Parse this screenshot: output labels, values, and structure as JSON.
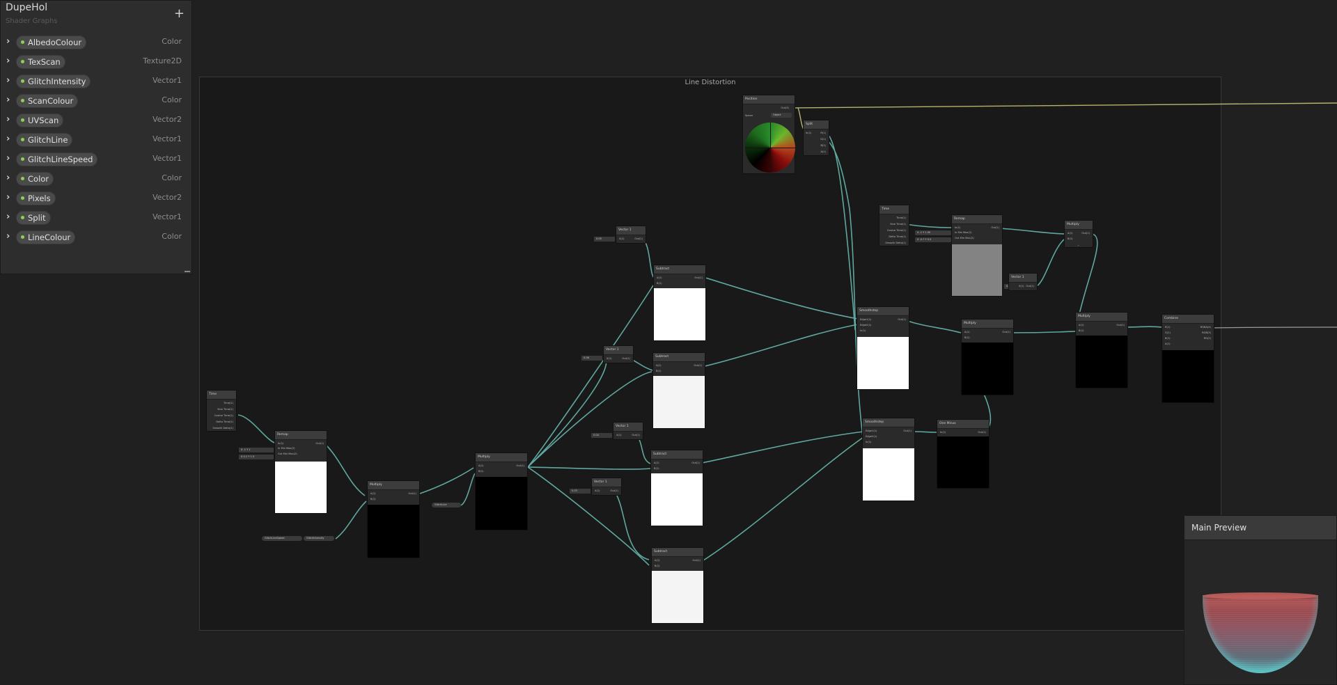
{
  "blackboard": {
    "title": "DupeHol",
    "subtitle": "Shader Graphs",
    "add_label": "+",
    "properties": [
      {
        "name": "AlbedoColour",
        "type": "Color"
      },
      {
        "name": "TexScan",
        "type": "Texture2D"
      },
      {
        "name": "GlitchIntensity",
        "type": "Vector1"
      },
      {
        "name": "ScanColour",
        "type": "Color"
      },
      {
        "name": "UVScan",
        "type": "Vector2"
      },
      {
        "name": "GlitchLine",
        "type": "Vector1"
      },
      {
        "name": "GlitchLineSpeed",
        "type": "Vector1"
      },
      {
        "name": "Color",
        "type": "Color"
      },
      {
        "name": "Pixels",
        "type": "Vector2"
      },
      {
        "name": "Split",
        "type": "Vector1"
      },
      {
        "name": "LineColour",
        "type": "Color"
      }
    ]
  },
  "group": {
    "title": "Line Distortion"
  },
  "nodes": {
    "time_left": {
      "title": "Time",
      "ports": [
        "Time(1)",
        "Sine Time(1)",
        "Cosine Time(1)",
        "Delta Time(1)",
        "Smooth Delta(1)"
      ]
    },
    "remap_left": {
      "title": "Remap",
      "in": [
        "In(1)",
        "In Min Max(2)",
        "Out Min Max(2)"
      ],
      "out": "Out(1)",
      "inputs": [
        "X -1 Y 1",
        "X 0.1 Y 1.5"
      ]
    },
    "multiply_1": {
      "title": "Multiply",
      "in": [
        "A(1)",
        "B(1)"
      ],
      "out": "Out(1)"
    },
    "glitch_props": [
      "GlitchLineSpeed",
      "GlitchIntensity"
    ],
    "multiply_2": {
      "title": "Multiply",
      "in": [
        "A(1)",
        "B(1)"
      ],
      "out": "Out(1)"
    },
    "glitchline_prop": "GlitchLine",
    "vec1_a": {
      "title": "Vector 1",
      "in": "X(1)",
      "out": "Out(1)",
      "value": "0.05"
    },
    "vec1_b": {
      "title": "Vector 1",
      "in": "X(1)",
      "out": "Out(1)",
      "value": "0.06"
    },
    "vec1_c": {
      "title": "Vector 1",
      "in": "X(1)",
      "out": "Out(1)",
      "value": "0.04"
    },
    "vec1_d": {
      "title": "Vector 1",
      "in": "X(1)",
      "out": "Out(1)",
      "value": "0.03"
    },
    "subtract_1": {
      "title": "Subtract",
      "in": [
        "A(1)",
        "B(1)"
      ],
      "out": "Out(1)"
    },
    "subtract_2": {
      "title": "Subtract",
      "in": [
        "A(1)",
        "B(1)"
      ],
      "out": "Out(1)"
    },
    "subtract_3": {
      "title": "Subtract",
      "in": [
        "A(1)",
        "B(1)"
      ],
      "out": "Out(1)"
    },
    "subtract_4": {
      "title": "Subtract",
      "in": [
        "A(1)",
        "B(1)"
      ],
      "out": "Out(1)"
    },
    "position": {
      "title": "Position",
      "out": "Out(3)",
      "space_label": "Space",
      "space_value": "Object"
    },
    "split": {
      "title": "Split",
      "in": "In(1)",
      "out": [
        "R(1)",
        "G(1)",
        "B(1)",
        "A(1)"
      ]
    },
    "time_right": {
      "title": "Time",
      "ports": [
        "Time(1)",
        "Sine Time(1)",
        "Cosine Time(1)",
        "Delta Time(1)",
        "Smooth Delta(1)"
      ]
    },
    "remap_right": {
      "title": "Remap",
      "in": [
        "In(1)",
        "In Min Max(2)",
        "Out Min Max(2)"
      ],
      "out": "Out(1)",
      "inputs": [
        "X -1 Y 1.05",
        "X -0.7 Y 0.5"
      ]
    },
    "vec1_e": {
      "title": "Vector 1",
      "in": "X(1)",
      "out": "Out(1)",
      "value": "0.5"
    },
    "multiply_3": {
      "title": "Multiply",
      "in": [
        "A(1)",
        "B(1)"
      ],
      "out": "Out(1)"
    },
    "smoothstep_1": {
      "title": "Smoothstep",
      "in": [
        "Edge1(1)",
        "Edge2(1)",
        "In(1)"
      ],
      "out": "Out(1)"
    },
    "smoothstep_2": {
      "title": "Smoothstep",
      "in": [
        "Edge1(1)",
        "Edge2(1)",
        "In(1)"
      ],
      "out": "Out(1)"
    },
    "multiply_4": {
      "title": "Multiply",
      "in": [
        "A(1)",
        "B(1)"
      ],
      "out": "Out(1)"
    },
    "one_minus": {
      "title": "One Minus",
      "in": "In(1)",
      "out": "Out(1)"
    },
    "multiply_5": {
      "title": "Multiply",
      "in": [
        "A(1)",
        "B(1)"
      ],
      "out": "Out(1)"
    },
    "combine": {
      "title": "Combine",
      "in": [
        "R(1)",
        "G(1)",
        "B(1)",
        "A(1)"
      ],
      "out": [
        "RGBA(4)",
        "RGB(3)",
        "RG(2)"
      ]
    }
  },
  "main_preview": {
    "title": "Main Preview"
  }
}
